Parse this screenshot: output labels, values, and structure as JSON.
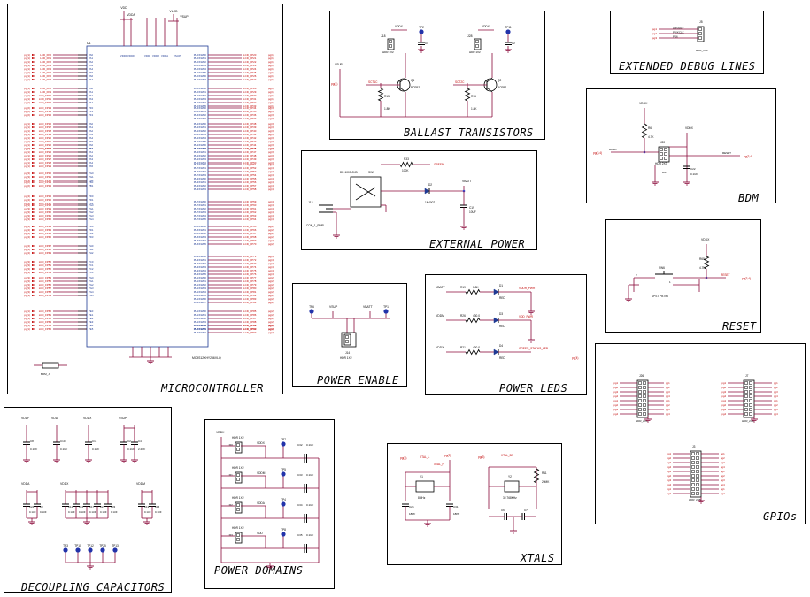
{
  "blocks": {
    "microcontroller": {
      "title": "MICROCONTROLLER",
      "ref": "U1",
      "part": "MC9S12XHY256VLQ"
    },
    "ballast": {
      "title": "BALLAST TRANSISTORS",
      "refs": [
        "J18",
        "J28",
        "Q1",
        "Q2",
        "R15",
        "R16",
        "TP2",
        "TP11"
      ],
      "parts": [
        "HDR 1X2",
        "BCP52",
        "1.8K",
        "0.1UF",
        "VSUP",
        "VDDX",
        "SCT1C",
        "SCT2C"
      ]
    },
    "external_power": {
      "title": "EXTERNAL POWER",
      "refs": [
        "SW1",
        "R33",
        "D2",
        "C19",
        "J12"
      ],
      "parts": [
        "DP-1000-0XB",
        "100K",
        "1N4007",
        "10UF",
        "CON_1_PWR",
        "VBATT",
        "GREEN"
      ]
    },
    "extended_debug": {
      "title": "EXTENDED DEBUG LINES",
      "ref": "J5",
      "signals": [
        "DBGEEV",
        "PIXKCLK",
        "PS6"
      ],
      "part": "HDR_1X3"
    },
    "bdm": {
      "title": "BDM",
      "refs": [
        "R6",
        "J20",
        "C22"
      ],
      "parts": [
        "4.7K",
        "HDR 2X3",
        "0.1UF",
        "BKGD",
        "RESET",
        "VDDX"
      ]
    },
    "power_enable": {
      "title": "POWER ENABLE",
      "refs": [
        "TP6",
        "TP1",
        "J14"
      ],
      "parts": [
        "VSUP",
        "VBATT",
        "HDR 1X2"
      ]
    },
    "power_leds": {
      "title": "POWER LEDS",
      "refs": [
        "R19",
        "R26",
        "R21",
        "D1",
        "D3",
        "D4"
      ],
      "parts": [
        "1.8K",
        "430.0",
        "RED",
        "VBATT",
        "VDDM",
        "VDDX"
      ],
      "labels": [
        "VDDR_PWR",
        "VDD_PWR",
        "GREEN_STATUS_LED"
      ]
    },
    "reset": {
      "title": "RESET",
      "refs": [
        "SW6",
        "R65"
      ],
      "parts": [
        "SPST PB NO",
        "4.7K",
        "RESET",
        "VDDX"
      ]
    },
    "gpios": {
      "title": "GPIOs",
      "refs": [
        "J26",
        "J7",
        "J3"
      ],
      "parts": [
        "HDR_2X6",
        "HDR_2X8"
      ]
    },
    "decoupling": {
      "title": "DECOUPLING CAPACITORS",
      "refs": [
        "C8",
        "C10",
        "C11",
        "C24",
        "C3",
        "C12",
        "C16",
        "C17",
        "C21",
        "C33",
        "C34",
        "C13",
        "C15"
      ],
      "parts": [
        "0.1UF",
        "10UF",
        "2.2UF",
        "VDDF",
        "VDD",
        "VDDX",
        "VSUP",
        "VDDA",
        "VDDM"
      ],
      "tps": [
        "TP3",
        "TP10",
        "TP12",
        "TP25",
        "TP13"
      ]
    },
    "power_domains": {
      "title": "POWER DOMAINS",
      "refs": [
        "J20",
        "J21",
        "J22",
        "J23",
        "TP7",
        "TP5",
        "TP4",
        "TP8"
      ],
      "parts": [
        "HDR 1X2",
        "0.1UF",
        "VDDX",
        "VDDM",
        "VDDA",
        "VDD"
      ]
    },
    "xtals": {
      "title": "XTALS",
      "refs": [
        "Y1",
        "Y2",
        "C26",
        "C31",
        "R11",
        "C6",
        "C7"
      ],
      "parts": [
        "8MHz",
        "32.768KHz",
        "18PF",
        "20MK",
        "XTAL_L",
        "XTAL_H",
        "XTAL_32"
      ]
    }
  },
  "colors": {
    "wire": "#8b0a3a",
    "netlabel": "#c00000",
    "pin": "#1f3a93",
    "component": "#000000",
    "junction": "#3a4ad0"
  }
}
